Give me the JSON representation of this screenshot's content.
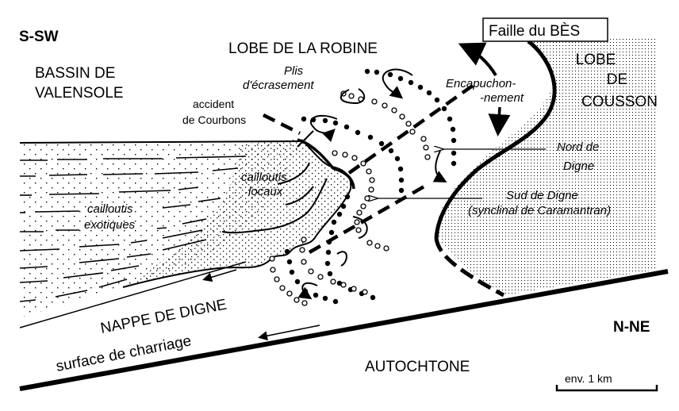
{
  "diagram": {
    "type": "geological-cross-section",
    "orientation": {
      "left": "S-SW",
      "right": "N-NE"
    },
    "regions": {
      "bassin": [
        "BASSIN DE",
        "VALENSOLE"
      ],
      "lobe_robine": "LOBE DE LA ROBINE",
      "lobe_cousson": [
        "LOBE",
        "DE",
        "COUSSON"
      ],
      "nappe": "NAPPE DE DIGNE",
      "autochtone": "AUTOCHTONE"
    },
    "features": {
      "faille": "Faille du BÈS",
      "surface": "surface de charriage",
      "accident": [
        "accident",
        "de Courbons"
      ],
      "plis": [
        "Plis",
        "d'écrasement"
      ],
      "encapuchonnement": [
        "Encapuchon-",
        "-nement"
      ],
      "nord_digne": [
        "Nord de",
        "Digne"
      ],
      "sud_digne": [
        "Sud de Digne",
        "(synclinal de Caramantran)"
      ],
      "cailloutis_locaux": [
        "cailloutis",
        "locaux"
      ],
      "cailloutis_exotiques": [
        "cailloutis",
        "exotiques"
      ]
    },
    "scale_bar": {
      "label": "env. 1 km"
    },
    "colors": {
      "ink": "#000000",
      "background": "#ffffff"
    }
  }
}
